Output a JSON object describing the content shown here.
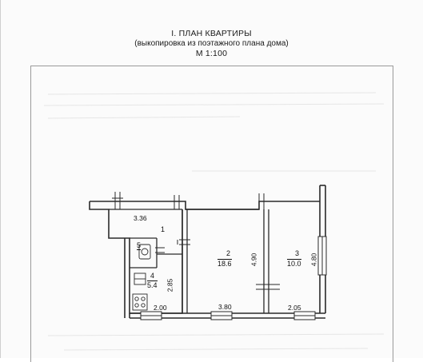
{
  "header": {
    "title": "I. ПЛАН КВАРТИРЫ",
    "subtitle": "(выкопировка из поэтажного плана дома)",
    "scale": "М 1:100"
  },
  "rooms": [
    {
      "number": "1",
      "area": ""
    },
    {
      "number": "2",
      "area": "18.6"
    },
    {
      "number": "3",
      "area": "10.0"
    },
    {
      "number": "4",
      "area": "5.4"
    },
    {
      "number": "5",
      "area": ""
    }
  ],
  "dimensions": {
    "top_corridor": "3.36",
    "kitchen_height": "2.85",
    "kitchen_width": "2.00",
    "room2_width": "3.80",
    "room2_depth": "4.90",
    "room3_width": "2.05",
    "room3_depth": "4.80"
  }
}
